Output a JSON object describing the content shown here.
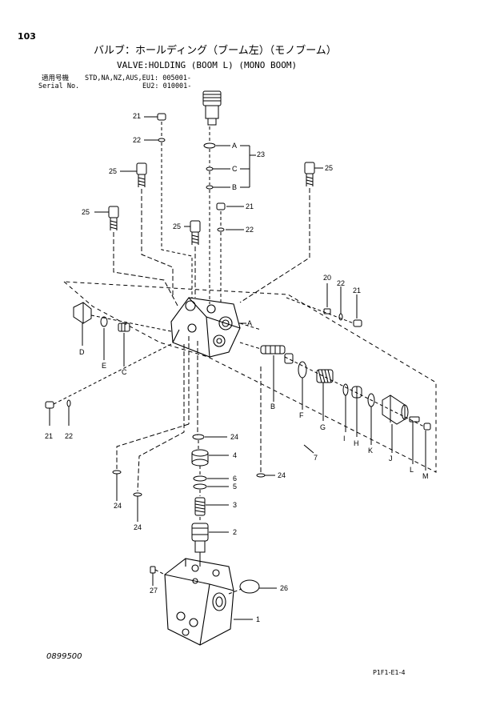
{
  "header": {
    "page_number": "103",
    "title_jp": "バルブ：ホールディング（ブーム左）（モノブーム）",
    "title_en": "VALVE:HOLDING (BOOM L) (MONO BOOM)",
    "applicability_label_jp": "適用号機",
    "applicability_label_en": "Serial No.",
    "applicability_line1": "STD,NA,NZ,AUS,EU1: 005001-",
    "applicability_line2": "EU2: 010001-"
  },
  "callouts": {
    "n21a": "21",
    "n22a": "22",
    "n25a": "25",
    "n25b": "25",
    "n25c": "25",
    "n25d": "25",
    "n23": "23",
    "A1": "A",
    "C1": "C",
    "B1": "B",
    "n21b": "21",
    "n22b": "22",
    "n20": "20",
    "n22c": "22",
    "n21c": "21",
    "A2": "A",
    "D": "D",
    "E": "E",
    "C2": "C",
    "B2": "B",
    "F": "F",
    "G": "G",
    "I": "I",
    "H": "H",
    "K": "K",
    "J": "J",
    "L": "L",
    "M": "M",
    "n7": "7",
    "n21d": "21",
    "n22d": "22",
    "n24a": "24",
    "n4": "4",
    "n6": "6",
    "n5": "5",
    "n3": "3",
    "n2": "2",
    "n24b": "24",
    "n24c": "24",
    "n24d": "24",
    "n27": "27",
    "n26": "26",
    "n1": "1"
  },
  "footer": {
    "drawing_code": "0899500",
    "page_code": "P1F1-E1-4"
  }
}
